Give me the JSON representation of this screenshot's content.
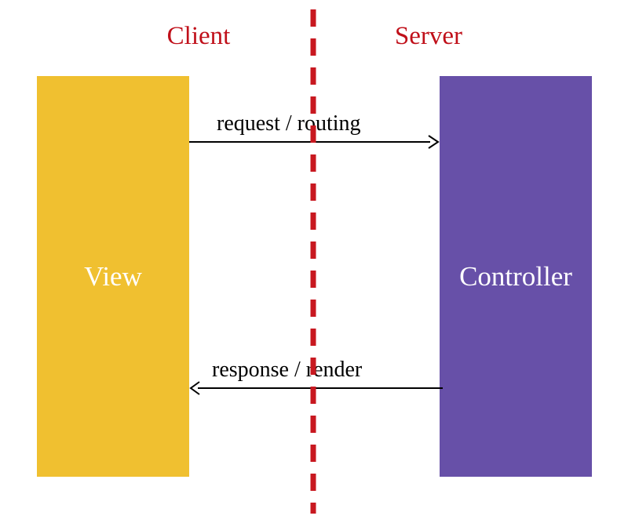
{
  "zones": {
    "client_label": "Client",
    "server_label": "Server"
  },
  "components": {
    "view_label": "View",
    "controller_label": "Controller"
  },
  "arrows": {
    "request_label": "request / routing",
    "response_label": "response / render"
  },
  "colors": {
    "view_fill": "#f0c030",
    "controller_fill": "#6750a8",
    "zone_label_text": "#c0101a",
    "divider": "#c81820",
    "arrow": "#000000"
  }
}
